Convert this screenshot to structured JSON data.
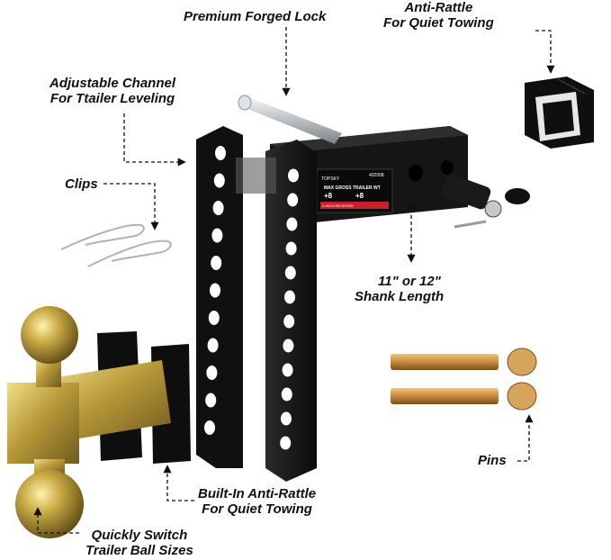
{
  "labels": {
    "lock": "Premium Forged Lock",
    "anti_rattle_top_line1": "Anti-Rattle",
    "anti_rattle_top_line2": "For Quiet Towing",
    "channel_line1": "Adjustable Channel",
    "channel_line2": "For Ttailer Leveling",
    "clips": "Clips",
    "shank_line1": "11\" or 12\"",
    "shank_line2": "Shank Length",
    "pins": "Pins",
    "builtin_line1": "Built-In Anti-Rattle",
    "builtin_line2": "For Quiet Towing",
    "switch_line1": "Quickly Switch",
    "switch_line2": "Trailer Ball Sizes"
  },
  "product_label": {
    "brand": "TOPSKY",
    "model": "402008",
    "heading": "MAX GROSS TRAILER WT",
    "rating_a": "8",
    "rating_b": "8",
    "receiver": "2-INCH RECEIVER"
  },
  "colors": {
    "steel_black": "#1c1c1c",
    "steel_dark": "#0e0e0e",
    "steel_edge": "#3a3a3a",
    "brass": "#b99a3a",
    "brass_light": "#e3cf78",
    "brass_dark": "#6e5a1e",
    "pin_copper": "#c88a3c",
    "chrome": "#cfd3d6",
    "label_red": "#c8202a",
    "arrow": "#111111"
  }
}
